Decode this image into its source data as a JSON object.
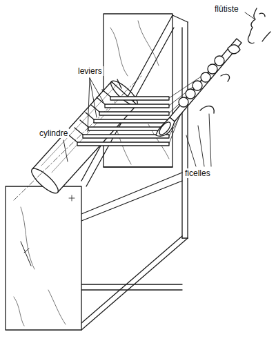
{
  "diagram": {
    "labels": [
      "flûtiste",
      "leviers",
      "cylindre",
      "ficelles"
    ]
  }
}
